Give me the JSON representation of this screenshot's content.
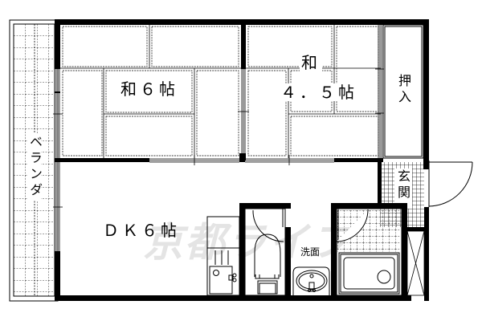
{
  "floor_plan": {
    "rooms": [
      {
        "id": "washitsu-6",
        "label": "和６帖",
        "type": "tatami room",
        "size_jo": 6
      },
      {
        "id": "washitsu-4-5",
        "label_line1": "和",
        "label_line2": "４．５帖",
        "type": "tatami room",
        "size_jo": 4.5
      },
      {
        "id": "dk-6",
        "label": "ＤＫ６帖",
        "type": "dining kitchen",
        "size_jo": 6
      },
      {
        "id": "oshiire",
        "label": "押入",
        "type": "closet"
      },
      {
        "id": "genkan",
        "label": "玄関",
        "type": "entrance"
      },
      {
        "id": "veranda",
        "label": "ベランダ",
        "type": "balcony"
      },
      {
        "id": "senmen",
        "label": "洗面",
        "type": "washbasin"
      },
      {
        "id": "toilet",
        "label": "",
        "type": "toilet"
      },
      {
        "id": "bath",
        "label": "",
        "type": "bathroom"
      },
      {
        "id": "kitchen",
        "label": "",
        "type": "kitchen counter"
      },
      {
        "id": "shoebox",
        "label": "",
        "type": "shoe storage"
      }
    ],
    "watermark": "京都ライフ",
    "colors": {
      "wall": "#000000",
      "line": "#000000",
      "background": "#ffffff",
      "watermark": "#e4e4e4"
    }
  }
}
